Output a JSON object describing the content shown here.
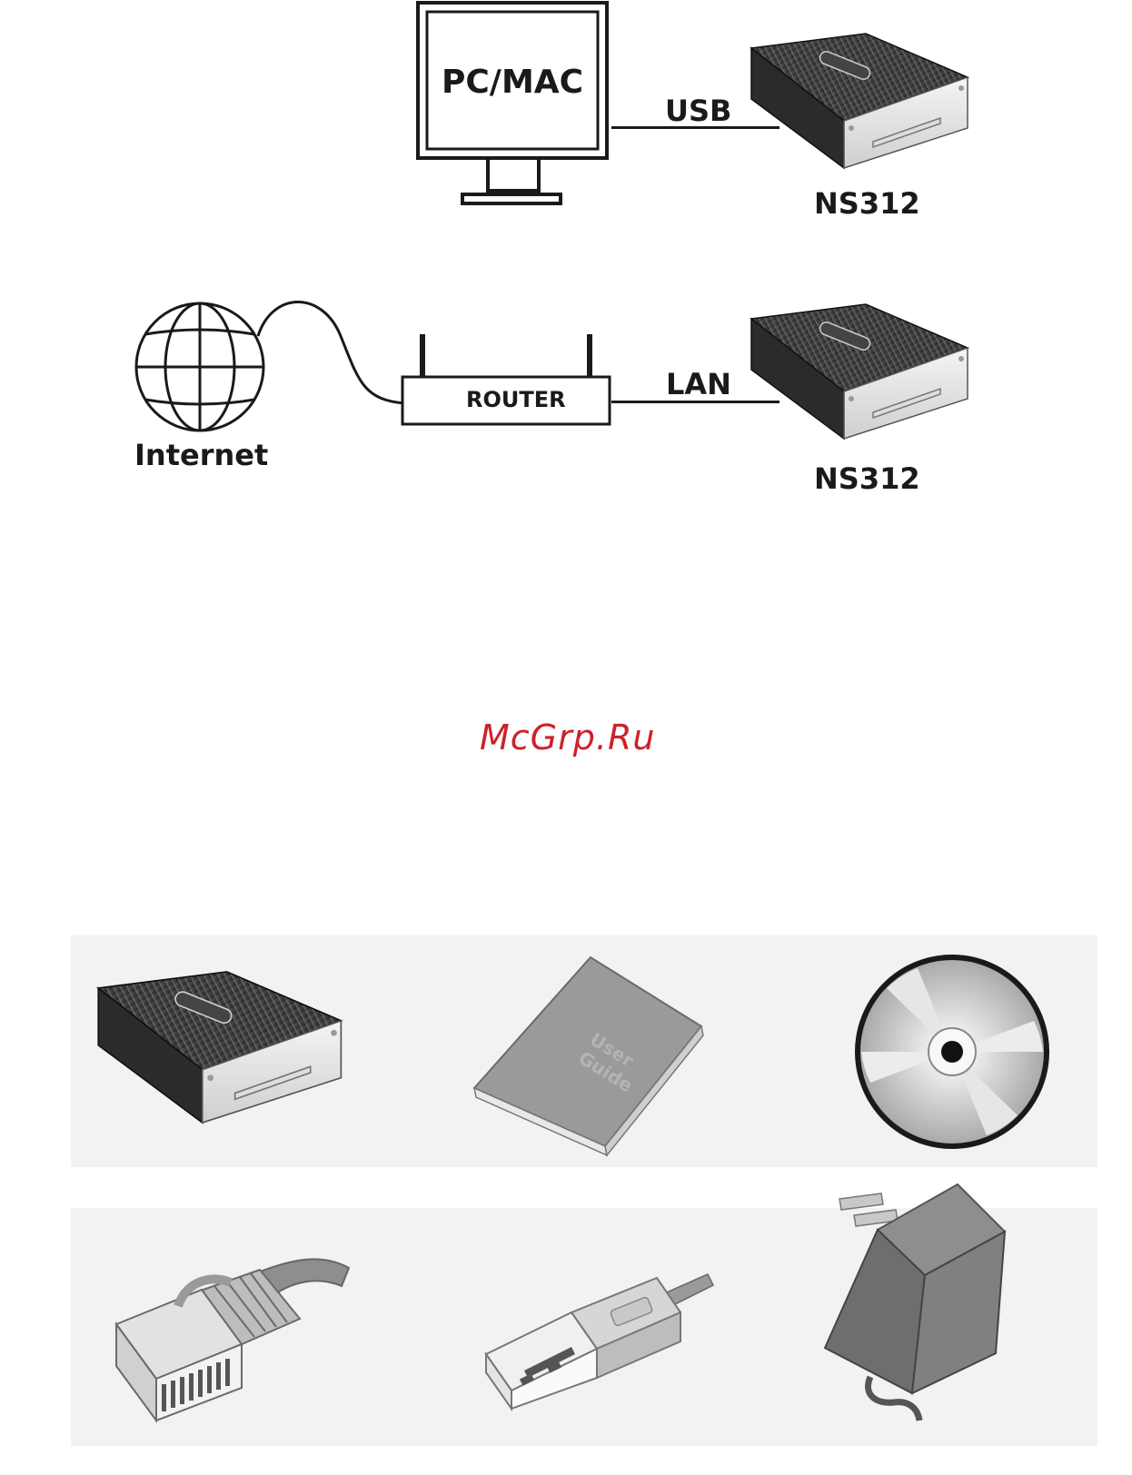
{
  "diagram_usb": {
    "computer_label": "PC/MAC",
    "link_label": "USB",
    "device_label": "NS312"
  },
  "diagram_lan": {
    "internet_label": "Internet",
    "router_label": "ROUTER",
    "link_label": "LAN",
    "device_label": "NS312"
  },
  "watermark": "McGrp.Ru",
  "package_contents": {
    "user_guide_text": "User Guide"
  }
}
